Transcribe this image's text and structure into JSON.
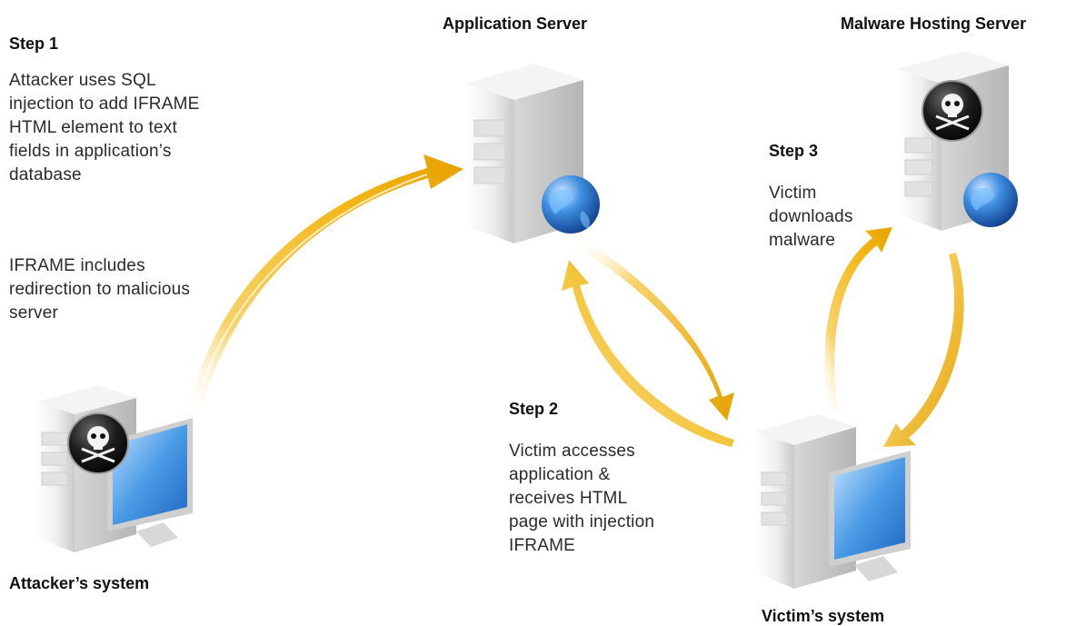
{
  "labels": {
    "application_server": "Application Server",
    "malware_server": "Malware Hosting Server",
    "attacker_system": "Attacker’s  system",
    "victim_system": "Victim’s system"
  },
  "steps": [
    {
      "title": "Step 1",
      "lines": [
        "Attacker uses SQL",
        "injection to add IFRAME",
        "HTML element to text",
        "fields in application’s",
        "database"
      ],
      "note_lines": [
        "IFRAME includes",
        "redirection to malicious",
        "server"
      ]
    },
    {
      "title": "Step 2",
      "lines": [
        "Victim accesses",
        "application &",
        "receives HTML",
        "page with injection",
        "IFRAME"
      ]
    },
    {
      "title": "Step 3",
      "lines": [
        "Victim",
        "downloads",
        "malware"
      ]
    }
  ],
  "colors": {
    "arrow": "#f2b714",
    "arrow_dark": "#e09a00",
    "globe": "#2f7fd6",
    "screen": "#3d8fe0"
  }
}
